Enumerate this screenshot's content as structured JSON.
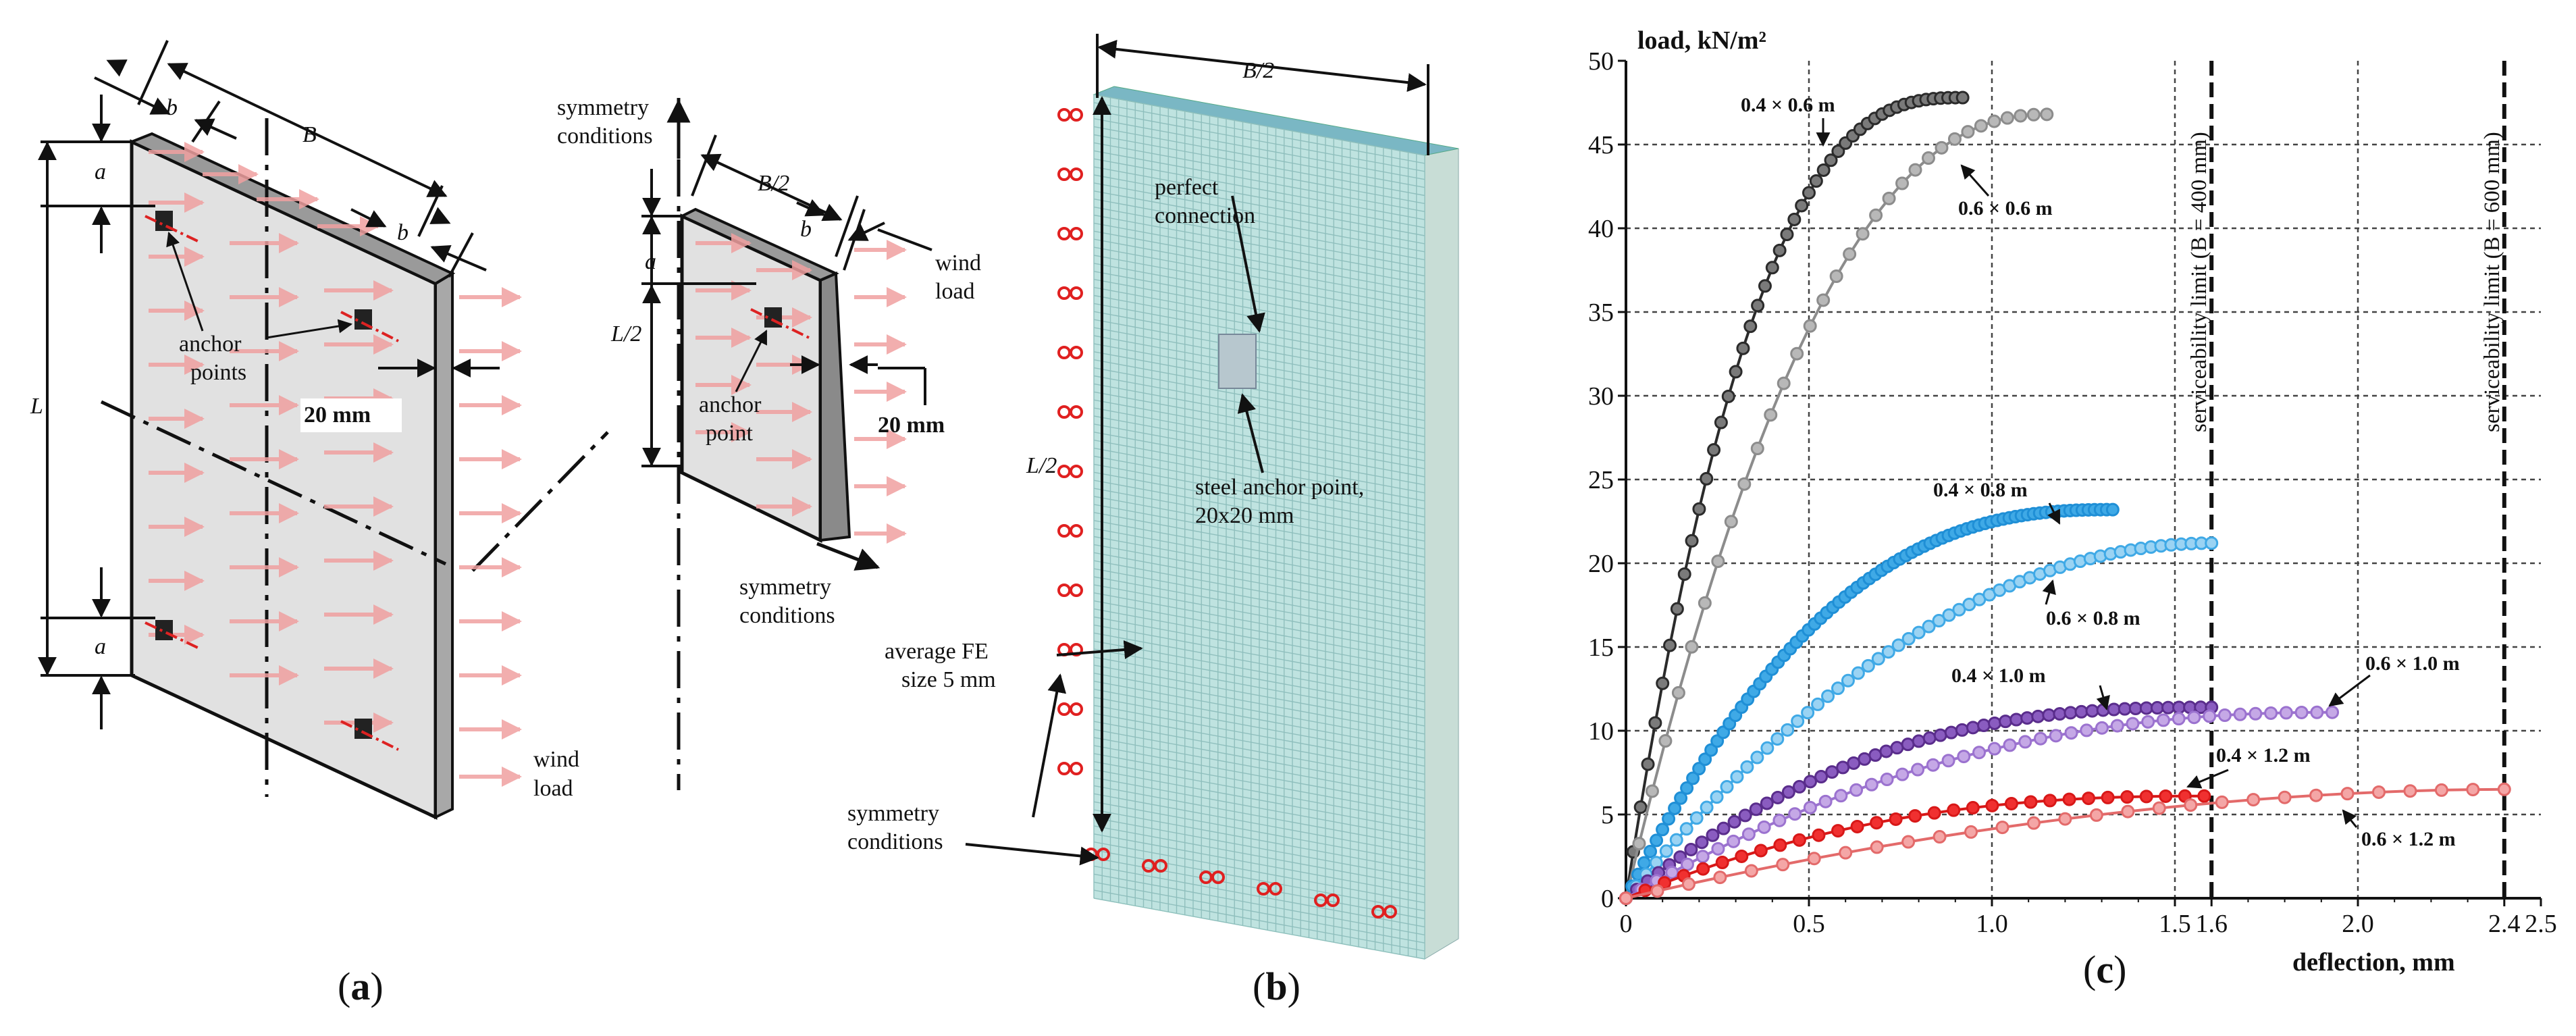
{
  "panel_a": {
    "label_open": "(",
    "label_letter": "a",
    "label_close": ")",
    "dim_b": "b",
    "dim_B": "B",
    "dim_a": "a",
    "dim_L": "L",
    "anchor_points": "anchor\npoints",
    "thickness": "20 mm",
    "wind_load": "wind\nload",
    "symmetry_top": "symmetry\nconditions",
    "half_B": "B/2",
    "half_L": "L/2",
    "anchor_point": "anchor\npoint",
    "thickness2": "20 mm",
    "wind_load2": "wind\nload",
    "symmetry_bottom": "symmetry\nconditions"
  },
  "panel_b": {
    "label_open": "(",
    "label_letter": "b",
    "label_close": ")",
    "dim_B2": "B/2",
    "dim_L2": "L/2",
    "perfect_connection": "perfect\nconnection",
    "steel_anchor": "steel anchor point,\n20x20 mm",
    "fe_size": "average FE\nsize 5 mm",
    "symmetry": "symmetry\nconditions"
  },
  "panel_c": {
    "label_open": "(",
    "label_letter": "c",
    "label_close": ")"
  },
  "chart_data": {
    "type": "line",
    "ylabel": "load, kN/m²",
    "xlabel": "deflection, mm",
    "xlim": [
      0,
      2.5
    ],
    "ylim": [
      0,
      50
    ],
    "x_ticks": [
      "0",
      "0.5",
      "1.0",
      "1.5",
      "1.6",
      "2.0",
      "2.4",
      "2.5"
    ],
    "y_ticks": [
      "0",
      "5",
      "10",
      "15",
      "20",
      "25",
      "30",
      "35",
      "40",
      "45",
      "50"
    ],
    "grid": true,
    "vlines": [
      {
        "x": 1.6,
        "label": "serviceability limit (B = 400 mm)"
      },
      {
        "x": 2.4,
        "label": "serviceability limit (B = 600 mm)"
      }
    ],
    "series": [
      {
        "name": "0.4 × 0.6 m",
        "color": "#2b2b2b",
        "fill": "#7a7a7a",
        "x_end": 0.92,
        "y_end": 47.8,
        "shape": 0.22,
        "n": 46
      },
      {
        "name": "0.6 × 0.6 m",
        "color": "#8c8c8c",
        "fill": "#b8b8b8",
        "x_end": 1.15,
        "y_end": 46.8,
        "shape": 0.42,
        "n": 32
      },
      {
        "name": "0.4 × 0.8 m",
        "color": "#1f8fd6",
        "fill": "#3fa9e6",
        "x_end": 1.33,
        "y_end": 23.2,
        "shape": 0.32,
        "n": 80
      },
      {
        "name": "0.6 × 0.8 m",
        "color": "#3fa9e6",
        "fill": "#9ad3f3",
        "x_end": 1.6,
        "y_end": 21.2,
        "shape": 0.55,
        "n": 58
      },
      {
        "name": "0.4 × 1.0 m",
        "color": "#5a2d8c",
        "fill": "#8a5cc0",
        "x_end": 1.6,
        "y_end": 11.4,
        "shape": 0.32,
        "n": 54
      },
      {
        "name": "0.6 × 1.0 m",
        "color": "#9b72cf",
        "fill": "#c5a8e6",
        "x_end": 1.93,
        "y_end": 11.1,
        "shape": 0.45,
        "n": 46
      },
      {
        "name": "0.4 × 1.2 m",
        "color": "#d81818",
        "fill": "#f03030",
        "x_end": 1.58,
        "y_end": 6.1,
        "shape": 0.38,
        "n": 30
      },
      {
        "name": "0.6 × 1.2 m",
        "color": "#e36a6a",
        "fill": "#f4a6a6",
        "x_end": 2.4,
        "y_end": 6.5,
        "shape": 0.6,
        "n": 28
      }
    ]
  }
}
